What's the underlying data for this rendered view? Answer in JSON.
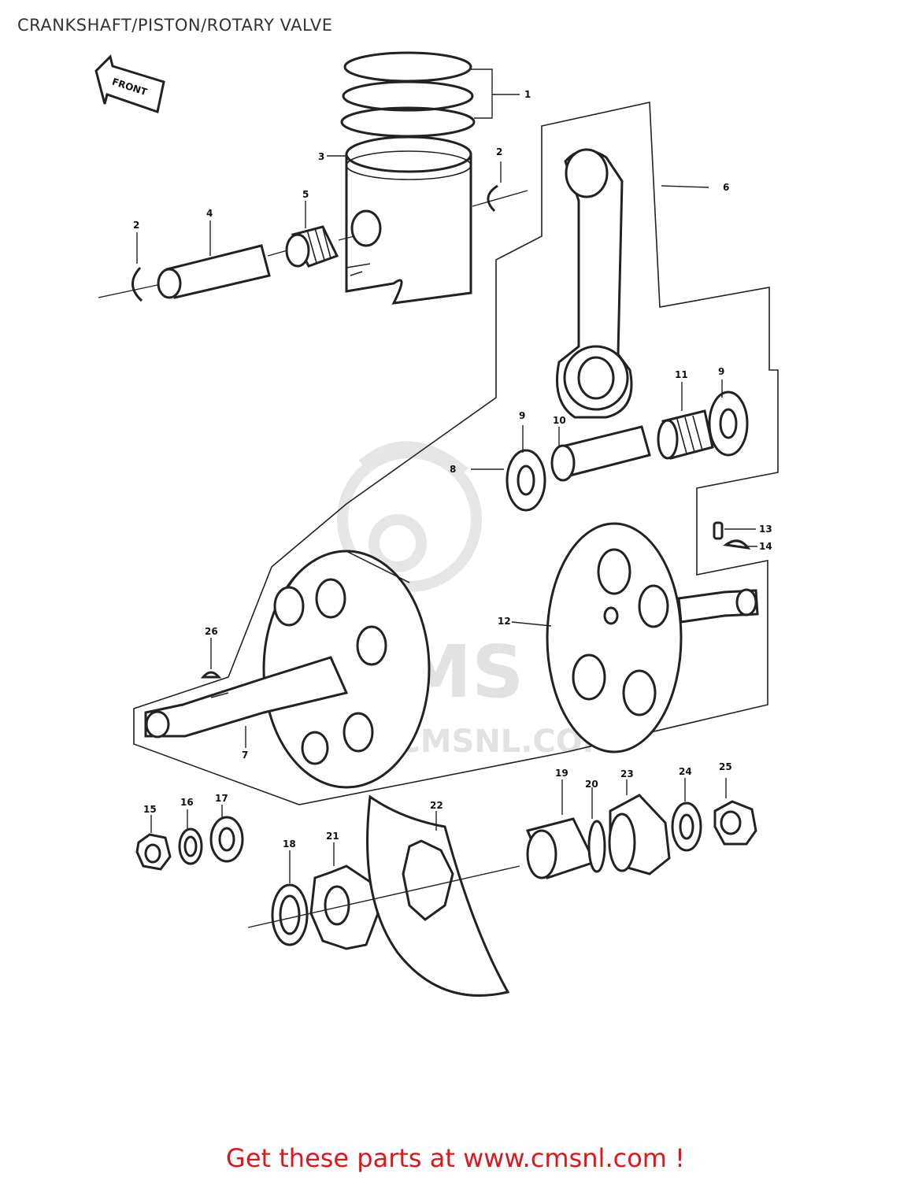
{
  "page": {
    "title": "CRANKSHAFT/PISTON/ROTARY VALVE",
    "cta_text": "Get these parts at www.cmsnl.com !",
    "cta_color": "#e0161b"
  },
  "diagram": {
    "orientation_label": "FRONT",
    "watermark": {
      "brand": "CMS",
      "url": "WWW.CMSNL.COM"
    },
    "callouts": [
      {
        "id": "1",
        "label": "1"
      },
      {
        "id": "2a",
        "label": "2"
      },
      {
        "id": "2b",
        "label": "2"
      },
      {
        "id": "3",
        "label": "3"
      },
      {
        "id": "4",
        "label": "4"
      },
      {
        "id": "5",
        "label": "5"
      },
      {
        "id": "6",
        "label": "6"
      },
      {
        "id": "7",
        "label": "7"
      },
      {
        "id": "8",
        "label": "8"
      },
      {
        "id": "9a",
        "label": "9"
      },
      {
        "id": "9b",
        "label": "9"
      },
      {
        "id": "10",
        "label": "10"
      },
      {
        "id": "11",
        "label": "11"
      },
      {
        "id": "12",
        "label": "12"
      },
      {
        "id": "13",
        "label": "13"
      },
      {
        "id": "14",
        "label": "14"
      },
      {
        "id": "15",
        "label": "15"
      },
      {
        "id": "16",
        "label": "16"
      },
      {
        "id": "17",
        "label": "17"
      },
      {
        "id": "18",
        "label": "18"
      },
      {
        "id": "19",
        "label": "19"
      },
      {
        "id": "20",
        "label": "20"
      },
      {
        "id": "21",
        "label": "21"
      },
      {
        "id": "22",
        "label": "22"
      },
      {
        "id": "23",
        "label": "23"
      },
      {
        "id": "24",
        "label": "24"
      },
      {
        "id": "25",
        "label": "25"
      },
      {
        "id": "26",
        "label": "26"
      }
    ]
  }
}
